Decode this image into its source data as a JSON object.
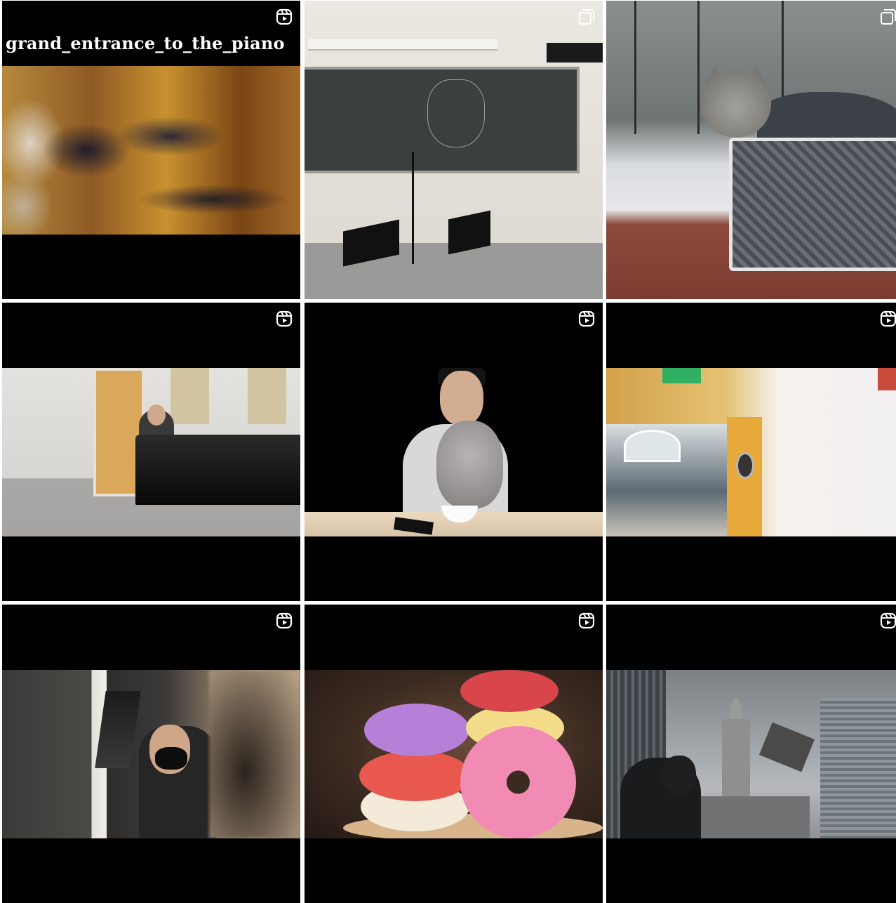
{
  "grid": {
    "posts": [
      {
        "name": "post-1",
        "type": "reel",
        "overlay_text": "grand_entrance_to_the_piano",
        "icon": "reels-icon"
      },
      {
        "name": "post-2",
        "type": "carousel",
        "icon": "carousel-icon"
      },
      {
        "name": "post-3",
        "type": "carousel",
        "icon": "carousel-icon"
      },
      {
        "name": "post-4",
        "type": "reel",
        "icon": "reels-icon"
      },
      {
        "name": "post-5",
        "type": "reel",
        "icon": "reels-icon"
      },
      {
        "name": "post-6",
        "type": "reel",
        "icon": "reels-icon"
      },
      {
        "name": "post-7",
        "type": "reel",
        "icon": "reels-icon"
      },
      {
        "name": "post-8",
        "type": "reel",
        "icon": "reels-icon"
      },
      {
        "name": "post-9",
        "type": "reel",
        "icon": "reels-icon"
      }
    ]
  },
  "colors": {
    "background": "#ffffff",
    "tile_letterbox": "#000000",
    "icon": "#ffffff"
  }
}
